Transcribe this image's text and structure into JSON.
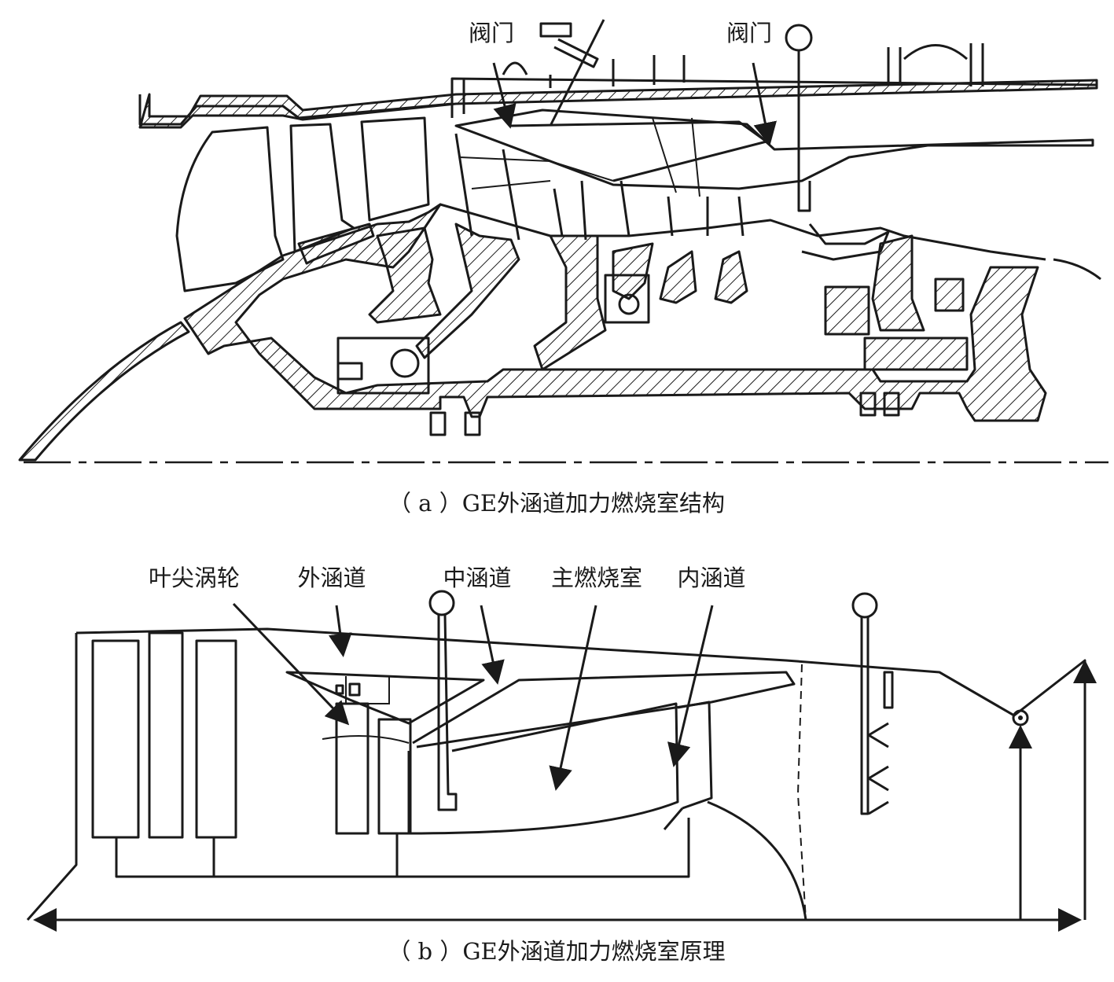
{
  "diagram_a": {
    "labels": {
      "valve_left": "阀门",
      "valve_right": "阀门"
    },
    "caption": "（ a ）GE外涵道加力燃烧室结构"
  },
  "diagram_b": {
    "labels": {
      "tip_turbine": "叶尖涡轮",
      "outer_bypass": "外涵道",
      "middle_bypass": "中涵道",
      "main_combustor": "主燃烧室",
      "inner_bypass": "内涵道"
    },
    "caption": "（ b ）GE外涵道加力燃烧室原理"
  }
}
